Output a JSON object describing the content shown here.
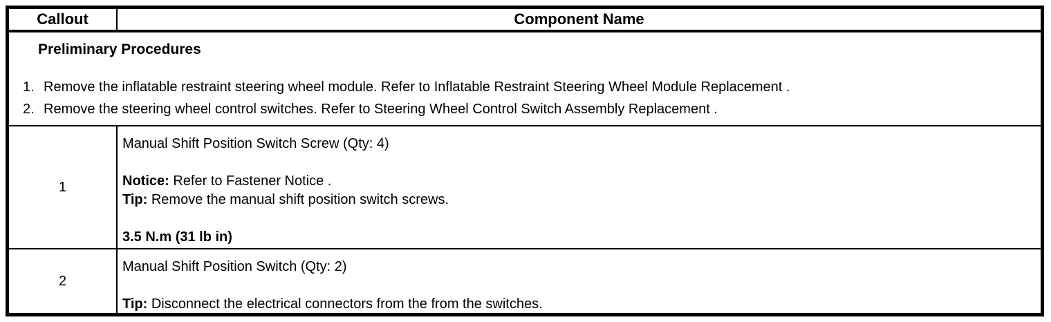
{
  "table": {
    "header": {
      "callout_label": "Callout",
      "component_label": "Component Name"
    },
    "preliminary": {
      "title": "Preliminary Procedures",
      "steps": [
        {
          "num": "1.",
          "text": "Remove the inflatable restraint steering wheel module. Refer to Inflatable Restraint Steering Wheel Module Replacement ."
        },
        {
          "num": "2.",
          "text": "Remove the steering wheel control switches. Refer to Steering Wheel Control Switch Assembly Replacement ."
        }
      ]
    },
    "rows": [
      {
        "callout": "1",
        "component": "Manual Shift Position Switch Screw (Qty: 4)",
        "notice_label": "Notice:",
        "notice_text": "Refer to Fastener Notice .",
        "tip_label": "Tip:",
        "tip_text": "Remove the manual shift position switch screws.",
        "torque": "3.5 N.m (31 lb in)"
      },
      {
        "callout": "2",
        "component": "Manual Shift Position Switch (Qty: 2)",
        "tip_label": "Tip:",
        "tip_text": "Disconnect the electrical connectors from the from the switches."
      }
    ]
  },
  "colors": {
    "border": "#000000",
    "text": "#000000",
    "background": "#ffffff"
  }
}
